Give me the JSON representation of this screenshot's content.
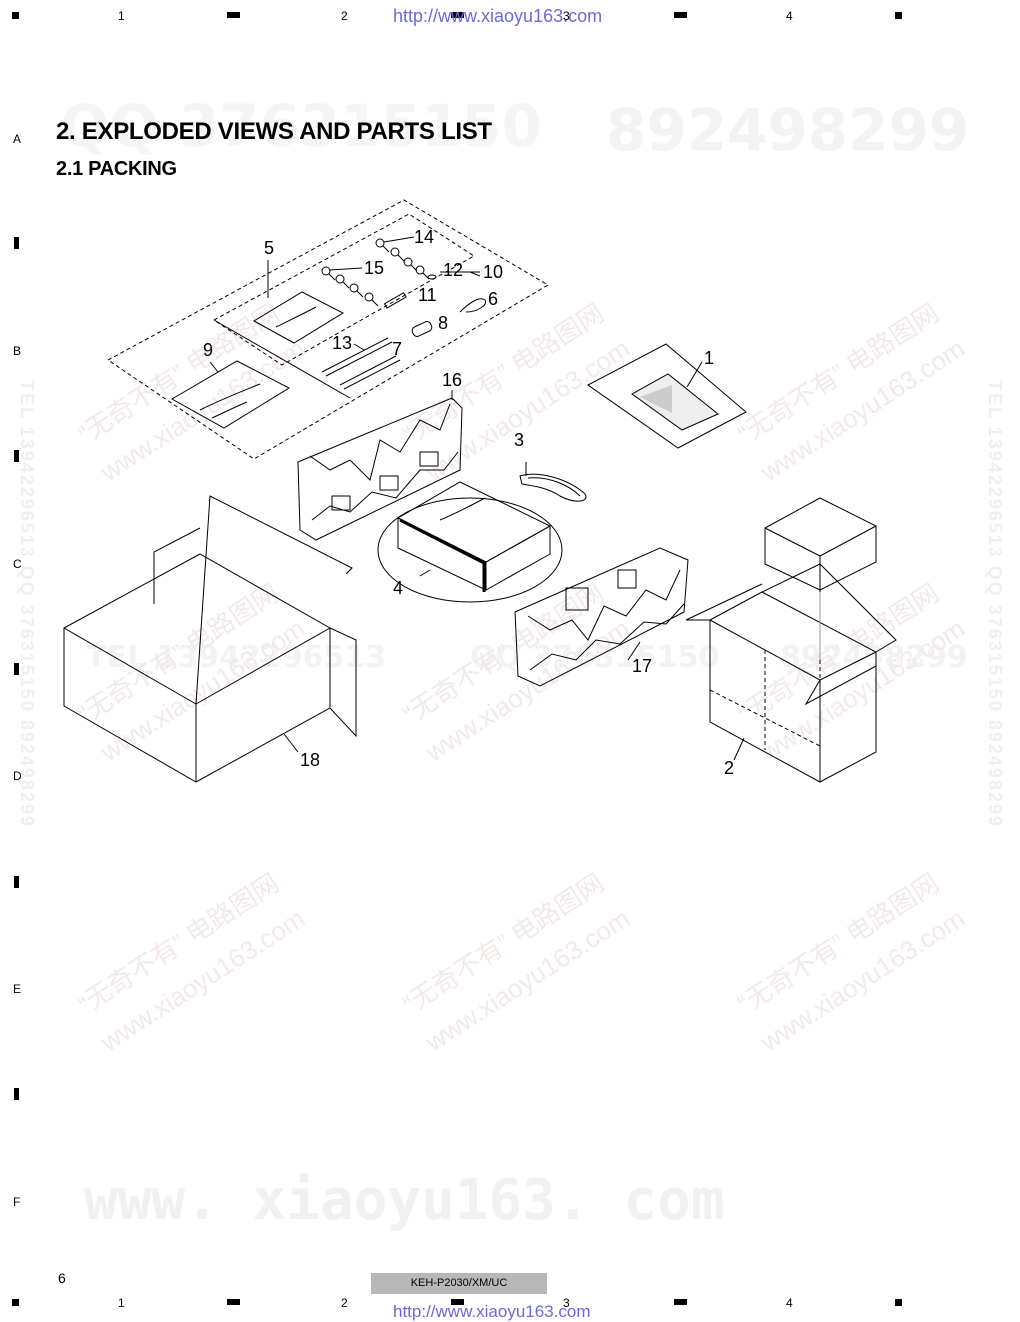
{
  "header": {
    "col_numbers": [
      "1",
      "2",
      "3",
      "4"
    ],
    "url": "http://www.xiaoyu163.com"
  },
  "row_letters": [
    "A",
    "B",
    "C",
    "D",
    "E",
    "F"
  ],
  "title": "2. EXPLODED VIEWS AND PARTS LIST",
  "subtitle": "2.1 PACKING",
  "watermarks": {
    "phone_top": "892498299",
    "phone_top_left": "QQ 376315150",
    "tel_mid": "TEL 13942296513",
    "qq_mid": "QQ 376315150",
    "num_mid_right": "892498299",
    "site_big": "www. xiaoyu163. com",
    "diag_cn": "“无奇不有” 电路图网",
    "diag_site": "www.xiaoyu163.com",
    "side": "TEL 13942296513 QQ 376315150 892498299"
  },
  "callouts": [
    "1",
    "2",
    "3",
    "4",
    "5",
    "6",
    "7",
    "8",
    "9",
    "10",
    "11",
    "12",
    "13",
    "14",
    "15",
    "16",
    "17",
    "18"
  ],
  "footer": {
    "page_number": "6",
    "model": "KEH-P2030/XM/UC",
    "url": "http://www.xiaoyu163.com"
  }
}
